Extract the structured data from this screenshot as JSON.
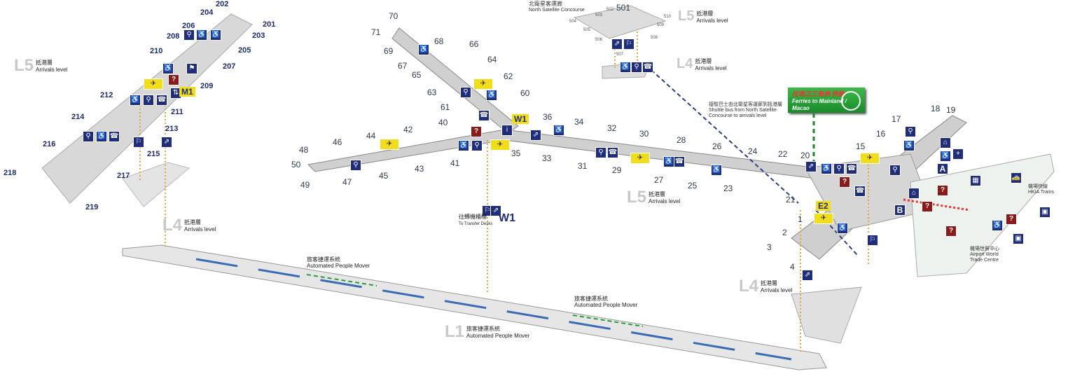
{
  "levels": [
    {
      "level": "L5",
      "cn": "抵港層",
      "en": "Arrivals level"
    },
    {
      "level": "L4",
      "cn": "抵港層",
      "en": "Arrivals level"
    },
    {
      "level": "L5",
      "cn": "抵港層",
      "en": "Arrivals level"
    },
    {
      "level": "L4",
      "cn": "抵港層",
      "en": "Arrivals level"
    },
    {
      "level": "L5",
      "cn": "抵港層",
      "en": "Arrivals level"
    },
    {
      "level": "L4",
      "cn": "抵港層",
      "en": "Arrivals level"
    },
    {
      "level": "L1",
      "cn": "旅客捷運系統",
      "en": "Automated People Mover"
    }
  ],
  "gates": [
    "202",
    "204",
    "201",
    "206",
    "203",
    "208",
    "210",
    "205",
    "207",
    "209",
    "212",
    "211",
    "214",
    "213",
    "216",
    "215",
    "218",
    "217",
    "219",
    "70",
    "68",
    "71",
    "66",
    "69",
    "64",
    "67",
    "62",
    "65",
    "60",
    "63",
    "61",
    "36",
    "40",
    "42",
    "34",
    "32",
    "44",
    "30",
    "46",
    "28",
    "26",
    "48",
    "24",
    "22",
    "20",
    "50",
    "41",
    "43",
    "35",
    "33",
    "31",
    "29",
    "27",
    "25",
    "23",
    "21",
    "45",
    "47",
    "49",
    "1",
    "2",
    "3",
    "4",
    "15",
    "16",
    "17",
    "18",
    "19",
    "501",
    "502",
    "503",
    "504",
    "505",
    "506",
    "507",
    "508",
    "509",
    "510"
  ],
  "north_satellite": {
    "cn": "北衛星客運廊",
    "en": "North Satellite Concourse"
  },
  "shuttle_bus": {
    "cn": "接駁巴士由北衛星客運廊到抵港層",
    "en": "Shuttle bus from North Satellite Concourse to arrivals level"
  },
  "ferry_sign": {
    "cn": "往珠江三角洲 快船",
    "en": "Ferries to Mainland / Macao"
  },
  "apm": [
    {
      "cn": "旅客捷運系統",
      "en": "Automated People Mover"
    },
    {
      "cn": "旅客捷運系統",
      "en": "Automated People Mover"
    }
  ],
  "transfer": {
    "cn": "往轉機櫃檯",
    "en": "To Transfer Desks",
    "code": "W1"
  },
  "badges": [
    "M1",
    "W1",
    "E2"
  ],
  "area_letters": [
    "A",
    "B"
  ],
  "captions": [
    {
      "cn": "機場快線",
      "en": "HKIA Trains"
    },
    {
      "cn": "機場世貿中心",
      "en": "Airport World Trade Centre"
    }
  ],
  "colors": {
    "icon": "#1f2d7a",
    "help": "#8b1a1a",
    "baggage": "#f2dd1a",
    "ferry": "#2aa23a"
  }
}
